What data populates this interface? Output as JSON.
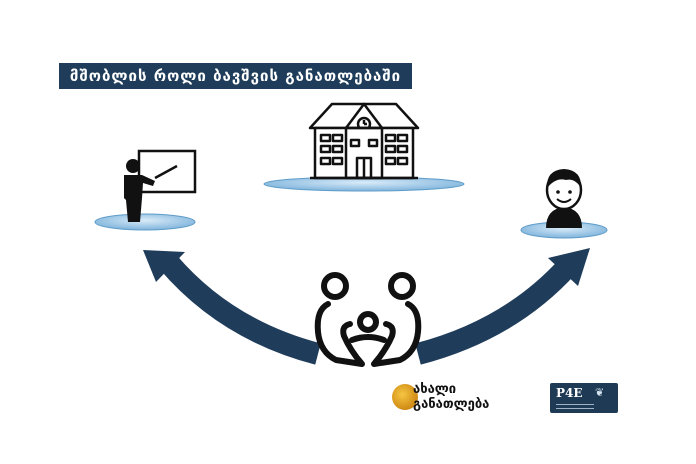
{
  "title": "მშობლის როლი ბავშვის განათლებაში",
  "logos": {
    "primary": {
      "line1": "ახალი",
      "line2": "განათლება"
    },
    "secondary": {
      "mark": "P4E"
    }
  },
  "colors": {
    "navy": "#1f3d5b",
    "disc": "#a9cde9",
    "disc_edge": "#5f9cc9",
    "figure": "#111111"
  },
  "icons": [
    "teacher-at-board-icon",
    "school-building-icon",
    "child-face-icon",
    "parents-and-child-icon",
    "arrow-left-icon",
    "arrow-right-icon"
  ]
}
